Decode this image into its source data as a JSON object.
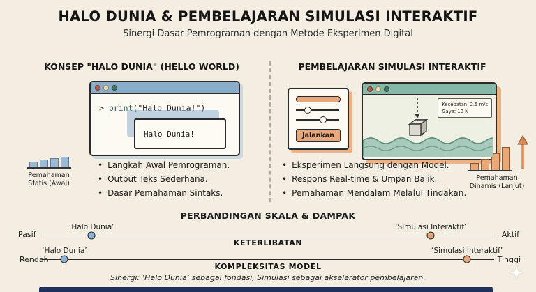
{
  "header": {
    "title": "HALO DUNIA & PEMBELAJARAN SIMULASI INTERAKTIF",
    "subtitle": "Sinergi Dasar Pemrograman dengan Metode Eksperimen Digital"
  },
  "left": {
    "heading": "KONSEP \"HALO DUNIA\" (HELLO WORLD)",
    "terminal": {
      "prompt": ">",
      "keyword": "print",
      "args": "(\"Halo Dunia!\")",
      "output": "Halo Dunia!"
    },
    "bullets": [
      "Langkah Awal Pemrograman.",
      "Output Teks Sederhana.",
      "Dasar Pemahaman Sintaks."
    ],
    "chart_label": "Pemahaman Statis (Awal)"
  },
  "right": {
    "heading": "PEMBELAJARAN SIMULASI INTERAKTIF",
    "panel": {
      "run_button": "Jalankan"
    },
    "sim": {
      "annotation": [
        "Kecepatan: 2.5 m/s",
        "Gaya: 10 N"
      ]
    },
    "bullets": [
      "Eksperimen Langsung dengan Model.",
      "Respons Real-time & Umpan Balik.",
      "Pemahaman Mendalam Melalui Tindakan."
    ],
    "chart_label": "Pemahaman Dinamis (Lanjut)"
  },
  "comparison": {
    "heading": "PERBANDINGAN SKALA & DAMPAK",
    "scales": [
      {
        "axis": "KETERLIBATAN",
        "left_end": "Pasif",
        "right_end": "Aktif",
        "points": [
          {
            "label": "‘Halo Dunia’",
            "position_pct": 11,
            "color": "#8fb3d6"
          },
          {
            "label": "‘Simulasi Interaktif’",
            "position_pct": 86,
            "color": "#e8a77a"
          }
        ]
      },
      {
        "axis": "KOMPLEKSITAS MODEL",
        "left_end": "Rendah",
        "right_end": "Tinggi",
        "points": [
          {
            "label": "‘Halo Dunia’",
            "position_pct": 5,
            "color": "#8fb3d6"
          },
          {
            "label": "‘Simulasi Interaktif’",
            "position_pct": 94,
            "color": "#e8a77a"
          }
        ]
      }
    ],
    "footer": "Sinergi: ‘Halo Dunia’ sebagai fondasi, Simulasi sebagai akselerator pembelajaran."
  },
  "chart_data": [
    {
      "type": "bar",
      "title": "Pemahaman Statis (Awal)",
      "values": [
        7,
        10,
        12,
        14
      ],
      "color": "#9cb9d8"
    },
    {
      "type": "bar",
      "title": "Pemahaman Dinamis (Lanjut)",
      "values": [
        9,
        15,
        23,
        32
      ],
      "color": "#e9a878"
    },
    {
      "type": "scale",
      "title": "KETERLIBATAN",
      "range": [
        "Pasif",
        "Aktif"
      ],
      "points": [
        {
          "label": "‘Halo Dunia’",
          "position_pct": 11
        },
        {
          "label": "‘Simulasi Interaktif’",
          "position_pct": 86
        }
      ]
    },
    {
      "type": "scale",
      "title": "KOMPLEKSITAS MODEL",
      "range": [
        "Rendah",
        "Tinggi"
      ],
      "points": [
        {
          "label": "‘Halo Dunia’",
          "position_pct": 5
        },
        {
          "label": "‘Simulasi Interaktif’",
          "position_pct": 94
        }
      ]
    }
  ],
  "colors": {
    "background": "#f3eee1",
    "accent_blue": "#8fb3d6",
    "accent_orange": "#e8a77a",
    "window_header_blue": "#8badcc",
    "window_header_teal": "#85b8a6",
    "navy_bar": "#20305c"
  }
}
